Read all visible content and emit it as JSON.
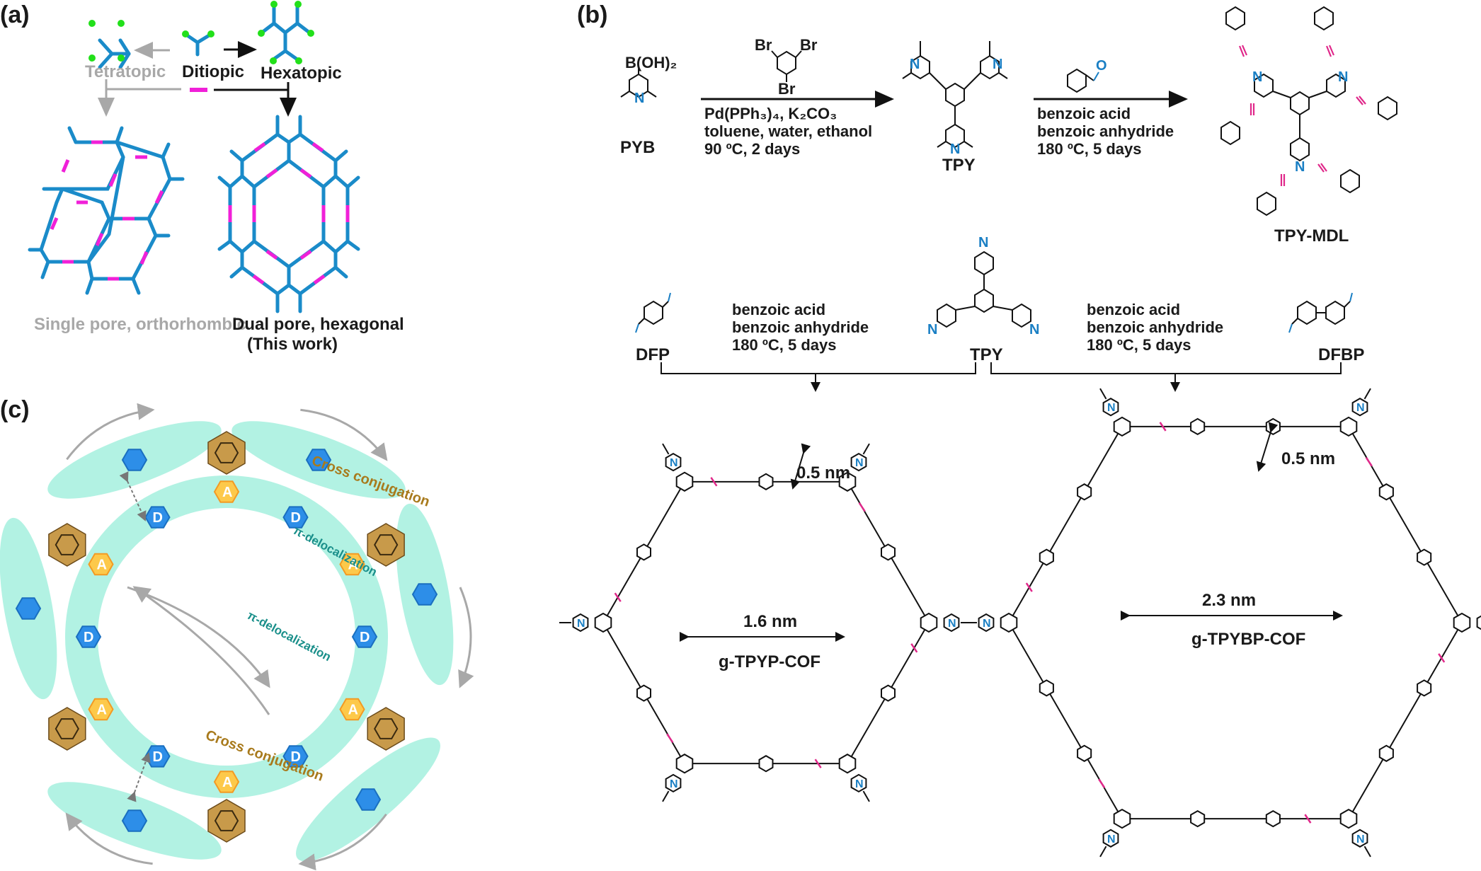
{
  "figure": {
    "panels": {
      "a": {
        "label": "(a)",
        "building_blocks": {
          "tetratopic": "Tetratopic",
          "ditiopic": "Ditiopic",
          "hexatopic": "Hexatopic"
        },
        "outcomes": {
          "single_pore": "Single pore,  orthorhombic",
          "dual_pore_line1": "Dual pore, hexagonal",
          "dual_pore_line2": "(This work)"
        }
      },
      "b": {
        "label": "(b)",
        "compounds": {
          "pyb": "PYB",
          "pyb_group": "B(OH)₂",
          "tpy": "TPY",
          "tpy_mdl": "TPY-MDL",
          "dfp": "DFP",
          "dfbp": "DFBP",
          "bromo": "Br"
        },
        "step1_conditions": "Pd(PPh₃)₄, K₂CO₃\ntoluene, water, ethanol\n90 ºC, 2 days",
        "step2_conditions": "benzoic acid\nbenzoic anhydride\n180 ºC, 5 days",
        "dfp_conditions": "benzoic acid\nbenzoic anhydride\n180 ºC, 5 days",
        "dfbp_conditions": "benzoic acid\nbenzoic anhydride\n180 ºC, 5 days",
        "cof_left": {
          "name": "g-TPYP-COF",
          "pore_large": "1.6 nm",
          "pore_small": "0.5 nm"
        },
        "cof_right": {
          "name": "g-TPYBP-COF",
          "pore_large": "2.3 nm",
          "pore_small": "0.5 nm"
        },
        "atom_labels": {
          "nitrogen": "N",
          "oxygen": "O"
        }
      },
      "c": {
        "label": "(c)",
        "annotations": {
          "cross_conjugation": "Cross conjugation",
          "pi_delocalization": "π-delocalization",
          "acceptor": "A",
          "donor": "D",
          "nitrogen": "N"
        }
      }
    },
    "colors": {
      "framework_blue": "#1a8bc9",
      "linker_magenta": "#f020d8",
      "node_green": "#22e01a",
      "arrow_grey": "#a8a8a8",
      "bond_pink": "#e0288a",
      "atom_blue": "#1a7fc4",
      "teal_band": "#b2f2e3",
      "acceptor_yellow": "#fdc94a",
      "acceptor_orange": "#f39a23",
      "donor_blue": "#2d8ee8",
      "core_brown": "#c89a4a",
      "cross_conj_text": "#a87a1c",
      "deloc_text": "#1a8f8a"
    }
  }
}
